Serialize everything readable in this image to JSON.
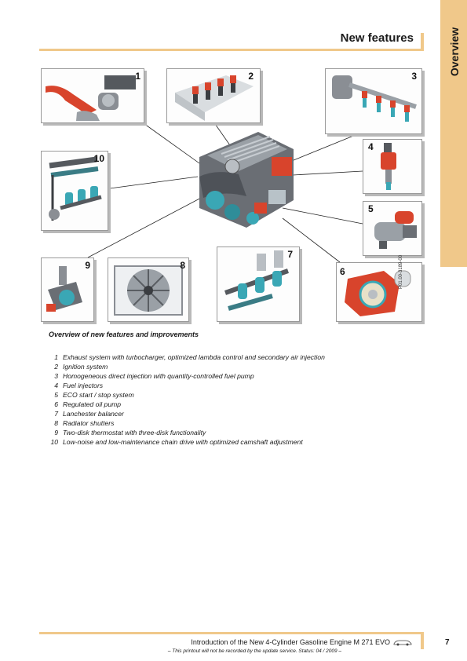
{
  "header": {
    "section_tab": "Overview",
    "title": "New features"
  },
  "figure": {
    "callouts": [
      "1",
      "2",
      "3",
      "4",
      "5",
      "6",
      "7",
      "8",
      "9",
      "10"
    ],
    "reference_code": "P01.00-3189-00"
  },
  "caption": "Overview of new features and improvements",
  "items": [
    {
      "num": "1",
      "text": "Exhaust system with turbocharger, optimized lambda control and secondary air injection"
    },
    {
      "num": "2",
      "text": "Ignition system"
    },
    {
      "num": "3",
      "text": "Homogeneous direct injection with quantity-controlled fuel pump"
    },
    {
      "num": "4",
      "text": "Fuel injectors"
    },
    {
      "num": "5",
      "text": "ECO start / stop system"
    },
    {
      "num": "6",
      "text": "Regulated oil pump"
    },
    {
      "num": "7",
      "text": "Lanchester balancer"
    },
    {
      "num": "8",
      "text": "Radiator shutters"
    },
    {
      "num": "9",
      "text": "Two-disk thermostat with three-disk functionality"
    },
    {
      "num": "10",
      "text": "Low-noise and low-maintenance chain drive with optimized camshaft adjustment"
    }
  ],
  "footer": {
    "title": "Introduction of the New 4-Cylinder Gasoline Engine M 271 EVO",
    "note": "– This printout will not be recorded by the update service. Status: 04 / 2009 –",
    "page_number": "7"
  },
  "colors": {
    "accent": "#f0c88a",
    "highlight_red": "#d8442c",
    "highlight_teal": "#3aa7b5",
    "metal_gray": "#8a8e94"
  }
}
